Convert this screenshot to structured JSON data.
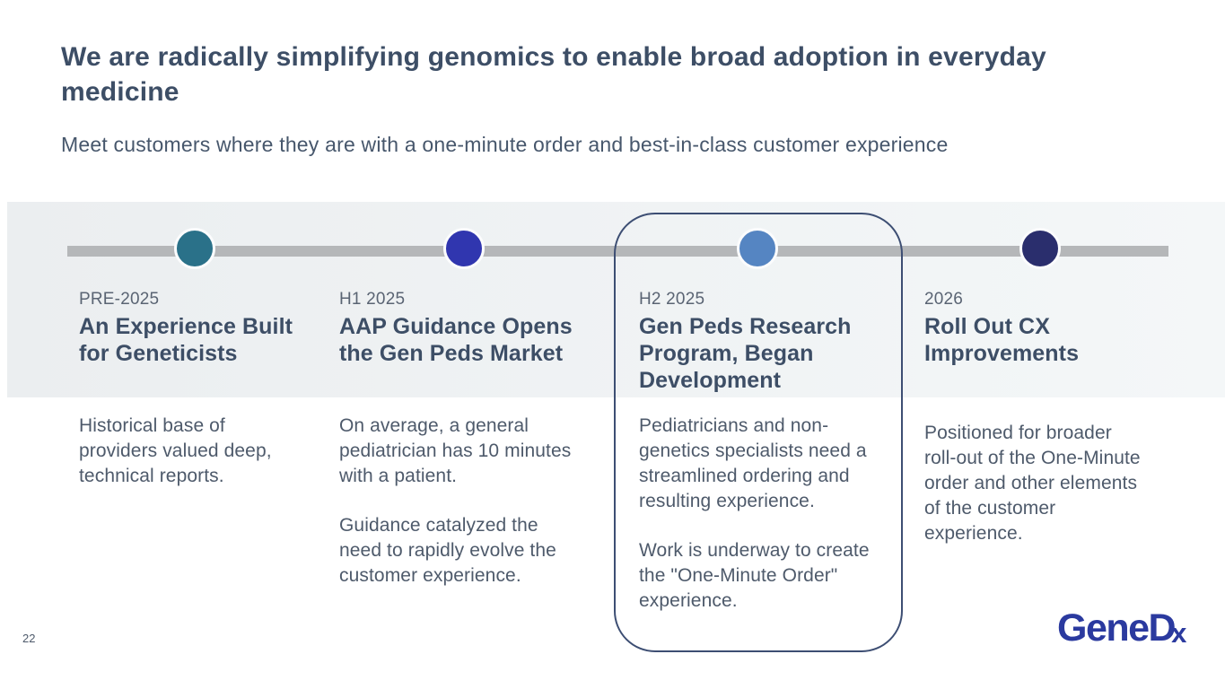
{
  "slide": {
    "title": "We are radically simplifying genomics to enable broad adoption in everyday medicine",
    "subtitle": "Meet customers where they are with a one-minute order and best-in-class customer experience",
    "page_number": "22"
  },
  "logo": {
    "gene": "Gene",
    "d": "D",
    "x": "x",
    "color": "#2b3a9f"
  },
  "colors": {
    "title_text": "#3d4e66",
    "subtitle_text": "#47576c",
    "period_text": "#5a6473",
    "body_text": "#4e5a6b",
    "band_background": "#edf0f2",
    "timeline_bar": "#b5b7b9",
    "highlight_border": "#3d4e73"
  },
  "timeline": {
    "milestones": [
      {
        "period": "PRE-2025",
        "heading": "An Experience Built for Geneticists",
        "dot_color": "#2a7189",
        "highlighted": false,
        "body": {
          "0": "Historical base of providers valued deep, technical reports."
        }
      },
      {
        "period": "H1 2025",
        "heading": "AAP Guidance Opens the Gen Peds Market",
        "dot_color": "#3036af",
        "highlighted": false,
        "body": {
          "0": "On average, a general pediatrician has 10 minutes with a patient.",
          "1": "Guidance catalyzed the need to rapidly evolve the customer experience."
        }
      },
      {
        "period": "H2 2025",
        "heading": "Gen Peds Research Program, Began Development",
        "dot_color": "#5585c2",
        "highlighted": true,
        "body": {
          "0": "Pediatricians and non-genetics specialists need a streamlined ordering and resulting experience.",
          "1": "Work is underway to create the \"One-Minute Order\" experience."
        }
      },
      {
        "period": "2026",
        "heading": "Roll Out CX Improvements",
        "dot_color": "#2a2e6d",
        "highlighted": false,
        "body": {
          "0": "Positioned for broader roll-out of the One-Minute order and other elements of the customer experience."
        }
      }
    ]
  }
}
